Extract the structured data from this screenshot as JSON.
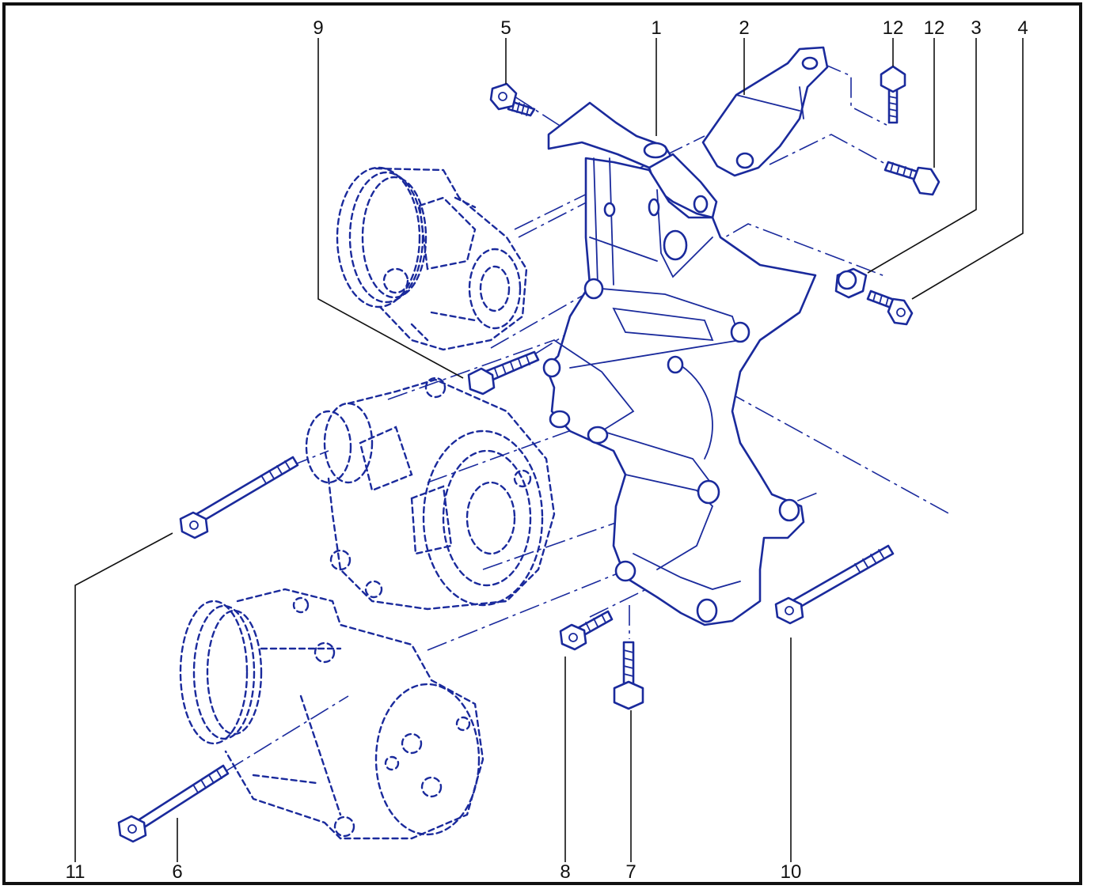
{
  "diagram": {
    "colors": {
      "ink": "#1a2a9c",
      "frame": "#111111",
      "label": "#111111",
      "background": "#ffffff"
    },
    "callouts": [
      "1",
      "2",
      "3",
      "4",
      "5",
      "6",
      "7",
      "8",
      "9",
      "10",
      "11",
      "12",
      "12"
    ]
  }
}
